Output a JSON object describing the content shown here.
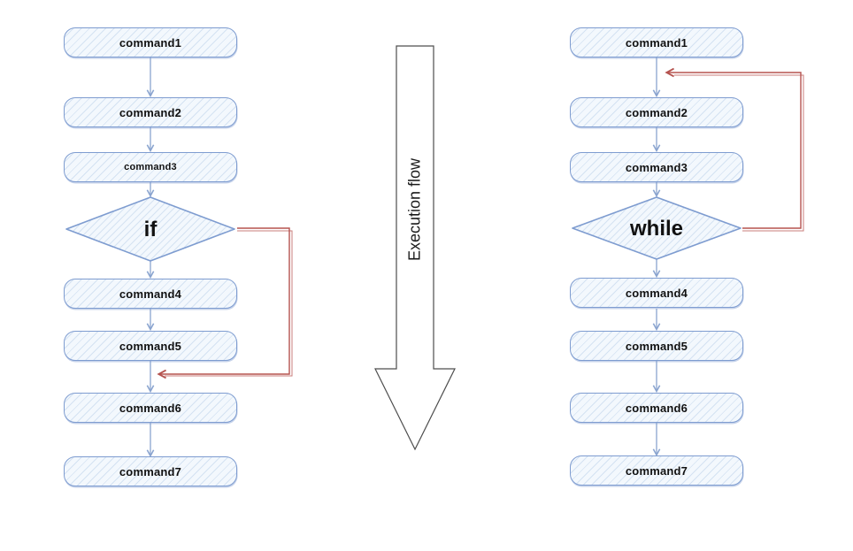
{
  "left_flowchart": {
    "decision_label": "if",
    "nodes": [
      "command1",
      "command2",
      "command3",
      "command4",
      "command5",
      "command6",
      "command7"
    ]
  },
  "right_flowchart": {
    "decision_label": "while",
    "nodes": [
      "command1",
      "command2",
      "command3",
      "command4",
      "command5",
      "command6",
      "command7"
    ]
  },
  "center": {
    "label": "Execution flow"
  },
  "colors": {
    "node_border": "#7e9cd0",
    "node_fill": "#f3f8fd",
    "hatch": "#d4e2f2",
    "connector": "#8aa4cf",
    "jump": "#b5534f",
    "big_arrow_outline": "#4d4d4d",
    "text": "#111111"
  }
}
